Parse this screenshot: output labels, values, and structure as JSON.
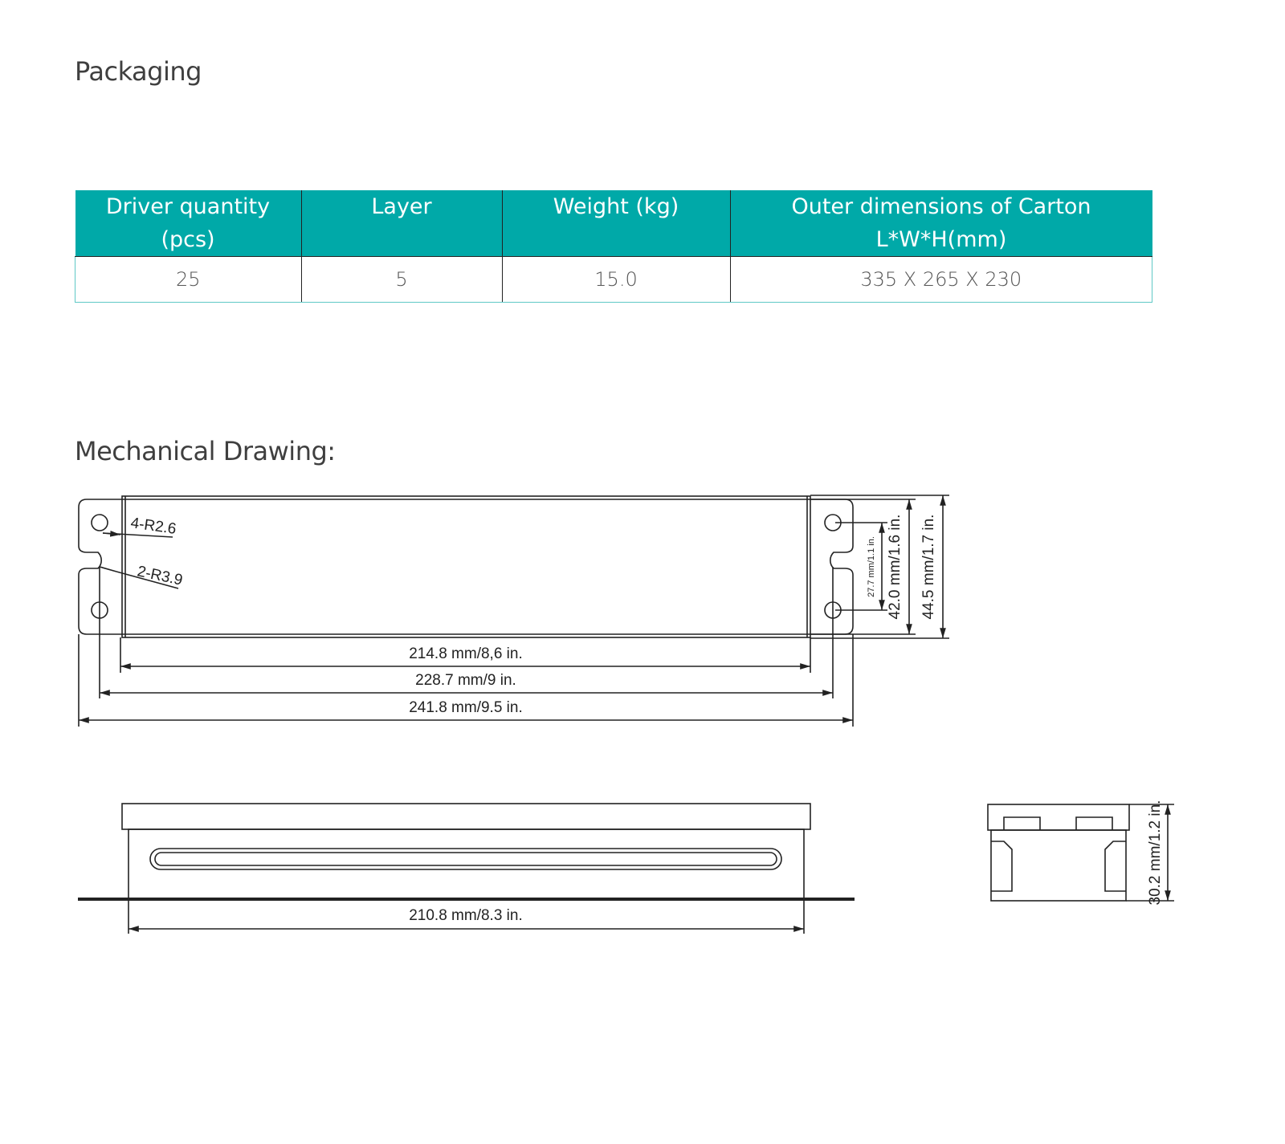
{
  "packaging": {
    "title": "Packaging",
    "headers": [
      "Driver quantity (pcs)",
      "Layer",
      "Weight (kg)",
      "Outer dimensions of Carton L*W*H(mm)"
    ],
    "header_lines": [
      [
        "Driver quantity",
        "(pcs)"
      ],
      [
        "Layer"
      ],
      [
        "Weight (kg)"
      ],
      [
        "Outer dimensions of Carton",
        "L*W*H(mm)"
      ]
    ],
    "rows": [
      [
        "25",
        "5",
        "15.0",
        "335 X 265 X 230"
      ]
    ],
    "header_color": "#00a9a8"
  },
  "mechanical": {
    "title": "Mechanical Drawing:",
    "top_view": {
      "hole_label": "4-R2.6",
      "slot_label": "2-R3.9",
      "dim_body": "214.8  mm/8,6  in.",
      "dim_holes": "228.7  mm/9  in.",
      "dim_total": "241.8  mm/9.5  in.",
      "dim_hole_spacing": "27.7 mm/1.1 in.",
      "dim_width_inner": "42.0  mm/1.6  in.",
      "dim_width_outer": "44.5  mm/1.7  in."
    },
    "side_view": {
      "dim_length": "210.8  mm/8.3  in."
    },
    "end_view": {
      "dim_height": "30.2  mm/1.2  in."
    }
  }
}
